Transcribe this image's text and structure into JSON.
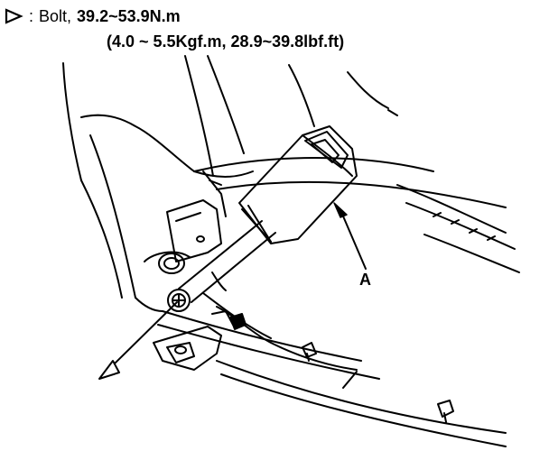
{
  "legend": {
    "separator": ":",
    "fastener_name": "Bolt,",
    "torque_nm": "39.2~53.9N.m",
    "torque_alt": "(4.0 ~ 5.5Kgf.m, 28.9~39.8lbf.ft)"
  },
  "callouts": {
    "buckle": "A"
  },
  "icons": {
    "torque_marker": "open-triangle-icon"
  },
  "colors": {
    "line": "#000000",
    "background": "#ffffff"
  }
}
